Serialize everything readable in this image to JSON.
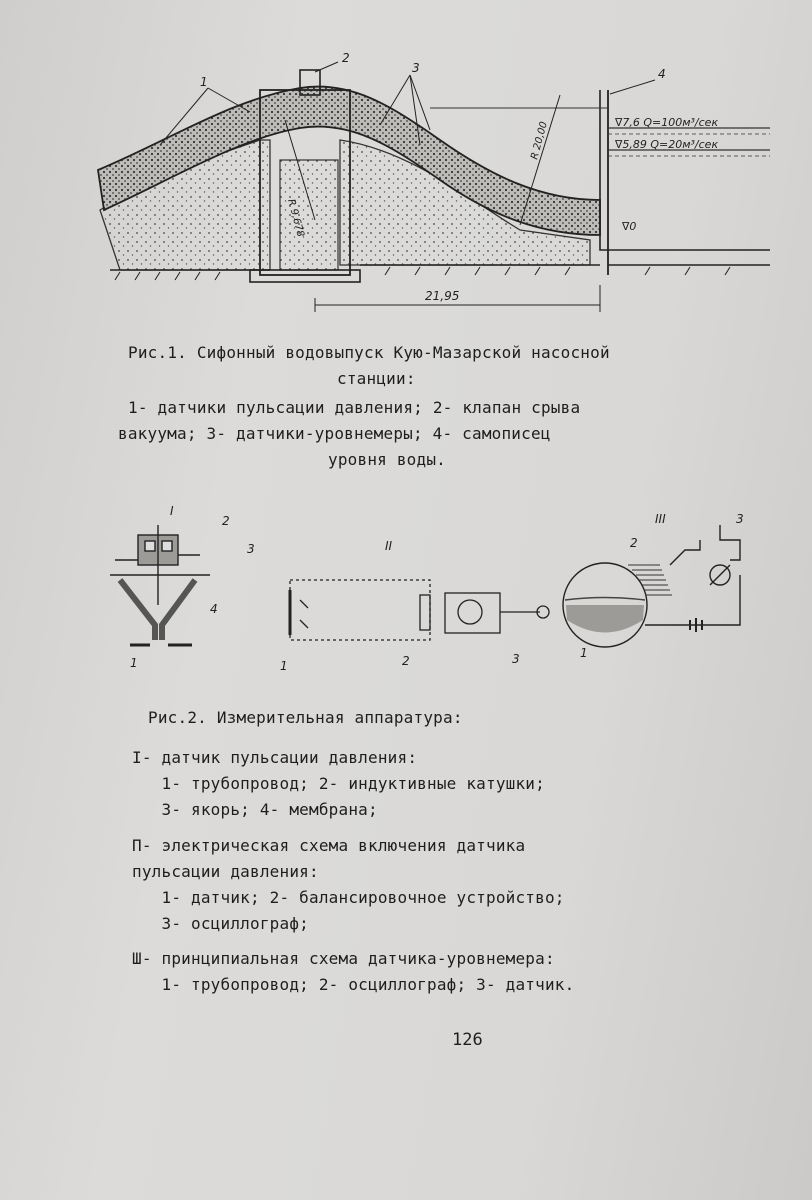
{
  "figure1": {
    "labels": {
      "l1": "1",
      "l2": "2",
      "l3": "3",
      "l4": "4",
      "level_high": "∇7,6  Q=100м³/сек",
      "level_low": "∇5,89  Q=20м³/сек",
      "level_zero": "∇0",
      "radius_small": "R 9,678",
      "radius_large": "R 20,00",
      "dimension": "21,95"
    },
    "caption": [
      "Рис.1. Сифонный водовыпуск Кую-Мазарской насосной",
      "станции:",
      "1- датчики пульсации давления; 2- клапан срыва",
      "вакуума; 3- датчики-уровнемеры; 4- самописец",
      "уровня воды."
    ]
  },
  "figure2": {
    "labels": {
      "roman1": "I",
      "roman2": "II",
      "roman3": "III",
      "a1": "1",
      "a2": "2",
      "a3": "3",
      "a4": "4",
      "b1": "1",
      "b2": "2",
      "b3": "3",
      "c1": "1",
      "c2": "2",
      "c3": "3"
    },
    "title": "Рис.2. Измерительная аппаратура:",
    "items": [
      "I- датчик пульсации давления:",
      "   1- трубопровод; 2- индуктивные катушки;",
      "   3- якорь; 4- мембрана;",
      "П- электрическая схема включения датчика",
      "пульсации давления:",
      "   1- датчик; 2- балансировочное устройство;",
      "   3- осциллограф;",
      "Ш- принципиальная схема датчика-уровнемера:",
      "   1- трубопровод; 2- осциллограф; 3- датчик."
    ]
  },
  "page_number": "126"
}
